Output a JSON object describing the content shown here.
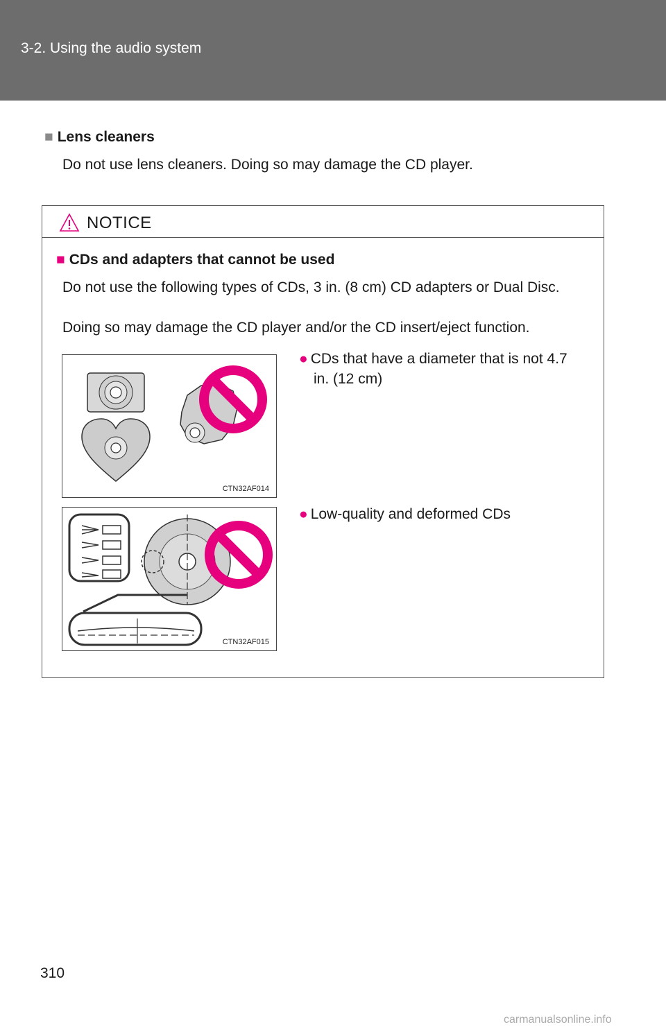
{
  "header": {
    "title": "3-2. Using the audio system"
  },
  "section": {
    "heading": "Lens cleaners",
    "body": "Do not use lens cleaners. Doing so may damage the CD player."
  },
  "notice": {
    "label": "NOTICE",
    "subheading": "CDs and adapters that cannot be used",
    "paragraph1": "Do not use the following types of CDs, 3 in. (8 cm) CD adapters or Dual Disc.",
    "paragraph2": "Doing so may damage the CD player and/or the CD insert/eject function.",
    "items": [
      {
        "text_line1": "CDs that have a diameter that is not 4.7",
        "text_line2": "in. (12 cm)",
        "figure_code": "CTN32AF014"
      },
      {
        "text": "Low-quality and deformed CDs",
        "figure_code": "CTN32AF015"
      }
    ]
  },
  "page_number": "310",
  "watermark": "carmanualsonline.info",
  "colors": {
    "header_bg": "#6d6d6d",
    "accent_pink": "#e6007e"
  },
  "icons": [
    "warning-triangle-icon",
    "square-bullet-icon",
    "circle-bullet-icon",
    "prohibition-icon"
  ]
}
